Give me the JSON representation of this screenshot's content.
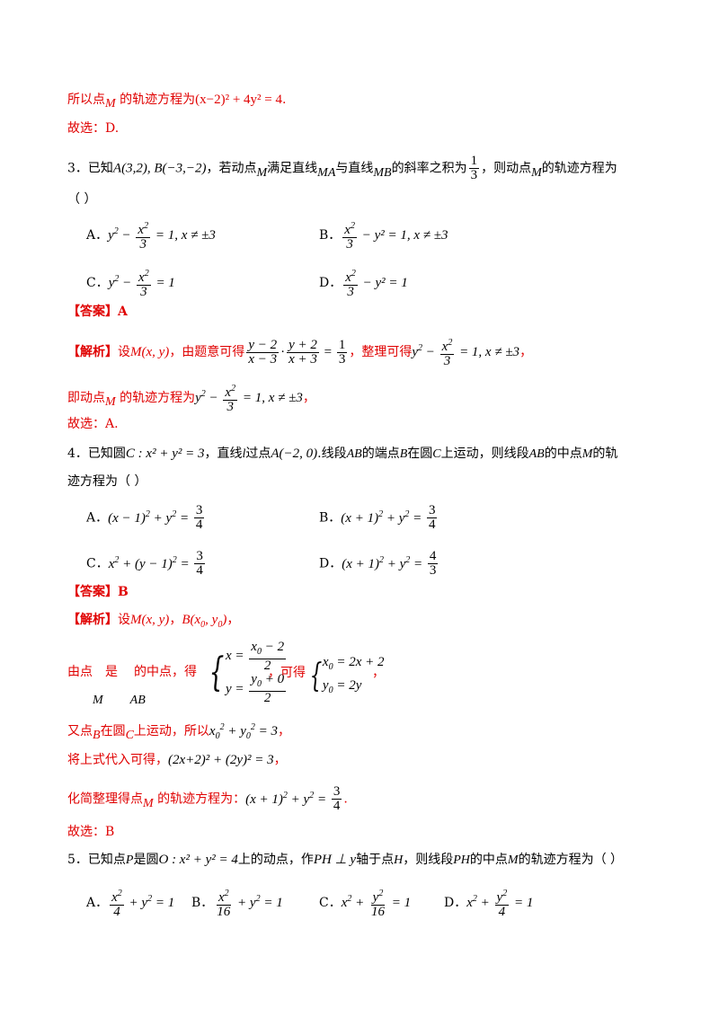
{
  "prev": {
    "conclusion": "所以点",
    "conclusion_mid": "的轨迹方程为",
    "equation": "(x−2)² + 4y² = 4",
    "choice": "故选：D."
  },
  "q3": {
    "stem_prefix": "3．已知",
    "points": "A(3,2), B(−3,−2)",
    "stem_a": "，若动点",
    "stem_b": "满足直线",
    "stem_c": "与直线",
    "stem_d": "的斜率之积为",
    "stem_e": "，则动点",
    "stem_f": "的轨迹方程为",
    "paren": "（   ）",
    "options": {
      "A": "A．",
      "B": "B．",
      "C": "C．",
      "D": "D．",
      "A_tail": " = 1, x ≠ ±3",
      "B_tail": " − y² = 1, x ≠ ±3",
      "C_tail": " = 1",
      "D_tail": " − y² = 1"
    },
    "answer": "【答案】A",
    "analysis_tag": "【解析】",
    "analysis_a": "设",
    "analysis_b": "，由题意可得",
    "analysis_c": "，整理可得",
    "analysis_d": "，",
    "analysis_line2": "即动点",
    "analysis_line2b": "的轨迹方程为",
    "choice": "故选：A."
  },
  "q4": {
    "stem_a": "4．已知圆",
    "circle": "C : x² + y² = 3",
    "stem_b": "，直线",
    "stem_c": "过点",
    "stem_d": ".线段",
    "stem_e": "的端点",
    "stem_f": "在圆",
    "stem_g": "上运动，则线段",
    "stem_h": "的中点",
    "stem_i": "的轨",
    "stem_line2": "迹方程为（   ）",
    "options": {
      "A": "A．",
      "B": "B．",
      "C": "C．",
      "D": "D．"
    },
    "answer": "【答案】B",
    "analysis_tag": "【解析】",
    "analysis_a": "设",
    "analysis_b": "，",
    "analysis_c": "，",
    "mid_a": "由点",
    "mid_b": "是",
    "mid_c": "的中点，得",
    "mid_d": "，可得",
    "mid_e": "，",
    "line_on": "又点",
    "line_on_b": "在圆",
    "line_on_c": "上运动，所以",
    "line_on_d": "，",
    "sub_line": "将上式代入可得，",
    "sub_eq": "(2x+2)² + (2y)² = 3",
    "simp_a": "化简整理得点",
    "simp_b": "的轨迹方程为：",
    "choice": "故选：B"
  },
  "q5": {
    "stem_a": "5．已知点",
    "stem_b": "是圆",
    "circle": "O : x² + y² = 4",
    "stem_c": "上的动点，作",
    "perp": "PH ⊥ y",
    "stem_d": "轴于点",
    "stem_e": "，则线段",
    "stem_f": "的中点",
    "stem_g": "的轨迹方程为（   ）",
    "options": {
      "A": "A．",
      "B": "B．",
      "C": "C．",
      "D": "D．"
    }
  },
  "colors": {
    "answer_red": "#e00000",
    "text": "#000000"
  }
}
